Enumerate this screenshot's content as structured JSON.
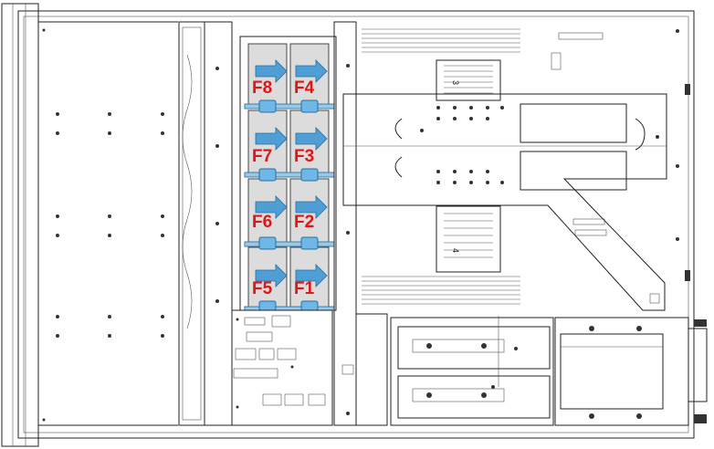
{
  "fans": [
    {
      "id": "fan-f8",
      "label": "F8"
    },
    {
      "id": "fan-f4",
      "label": "F4"
    },
    {
      "id": "fan-f7",
      "label": "F7"
    },
    {
      "id": "fan-f3",
      "label": "F3"
    },
    {
      "id": "fan-f6",
      "label": "F6"
    },
    {
      "id": "fan-f2",
      "label": "F2"
    },
    {
      "id": "fan-f5",
      "label": "F5"
    },
    {
      "id": "fan-f1",
      "label": "F1"
    }
  ],
  "cpu_marks": [
    "3",
    "4"
  ],
  "colors": {
    "fan_label": "#e01515",
    "fan_arrow": "#4f9fd6",
    "fan_bracket": "#9cc8e6",
    "line": "#222222"
  }
}
